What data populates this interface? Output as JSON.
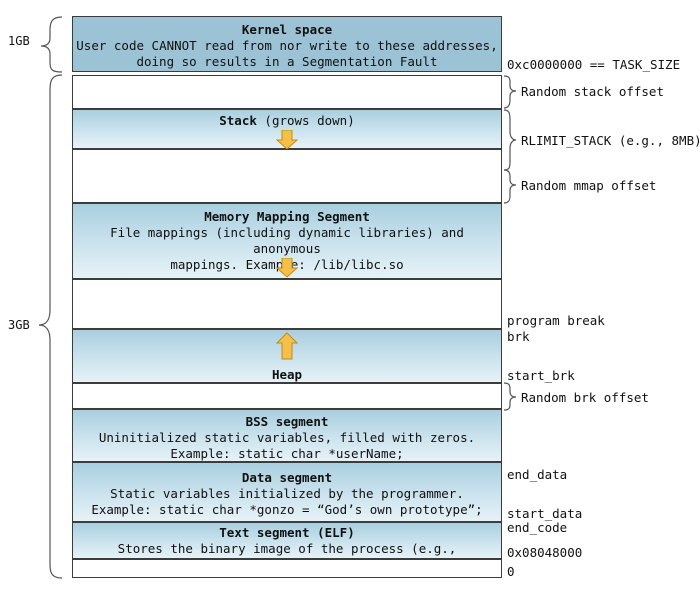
{
  "left_braces": {
    "kernel": "1GB",
    "user": "3GB"
  },
  "segments": {
    "kernel": {
      "title": "Kernel space",
      "line1": "User code CANNOT read from nor write to these addresses,",
      "line2": "doing so results in a Segmentation Fault"
    },
    "stack": {
      "title": "Stack",
      "suffix": " (grows down)"
    },
    "mmap": {
      "title": "Memory Mapping Segment",
      "line1": "File mappings (including dynamic libraries) and anonymous",
      "line2": "mappings. Example: /lib/libc.so"
    },
    "heap": {
      "title": "Heap"
    },
    "bss": {
      "title": "BSS segment",
      "line1": "Uninitialized static variables, filled with zeros.",
      "line2": "Example: static char *userName;"
    },
    "data": {
      "title": "Data segment",
      "line1": "Static variables initialized by the programmer.",
      "line2": "Example: static char *gonzo = “God’s own prototype”;"
    },
    "text": {
      "title": "Text segment (ELF)",
      "line1": "Stores the binary image of the process (e.g., /bin/gonzo)"
    }
  },
  "right_labels": {
    "task_size": "0xc0000000 == TASK_SIZE",
    "random_stack": "Random stack offset",
    "rlimit": "RLIMIT_STACK (e.g., 8MB)",
    "random_mmap": "Random mmap offset",
    "program_break": "program break",
    "brk": "brk",
    "start_brk": "start_brk",
    "random_brk": "Random brk offset",
    "end_data": "end_data",
    "start_data": "start_data",
    "end_code": "end_code",
    "addr_08048000": "0x08048000",
    "zero": "0"
  },
  "colors": {
    "kernel": "#9cc3d5",
    "segment_blue": "#a9cfdf",
    "arrow_fill": "#f5c04a",
    "arrow_stroke": "#c58a12"
  }
}
